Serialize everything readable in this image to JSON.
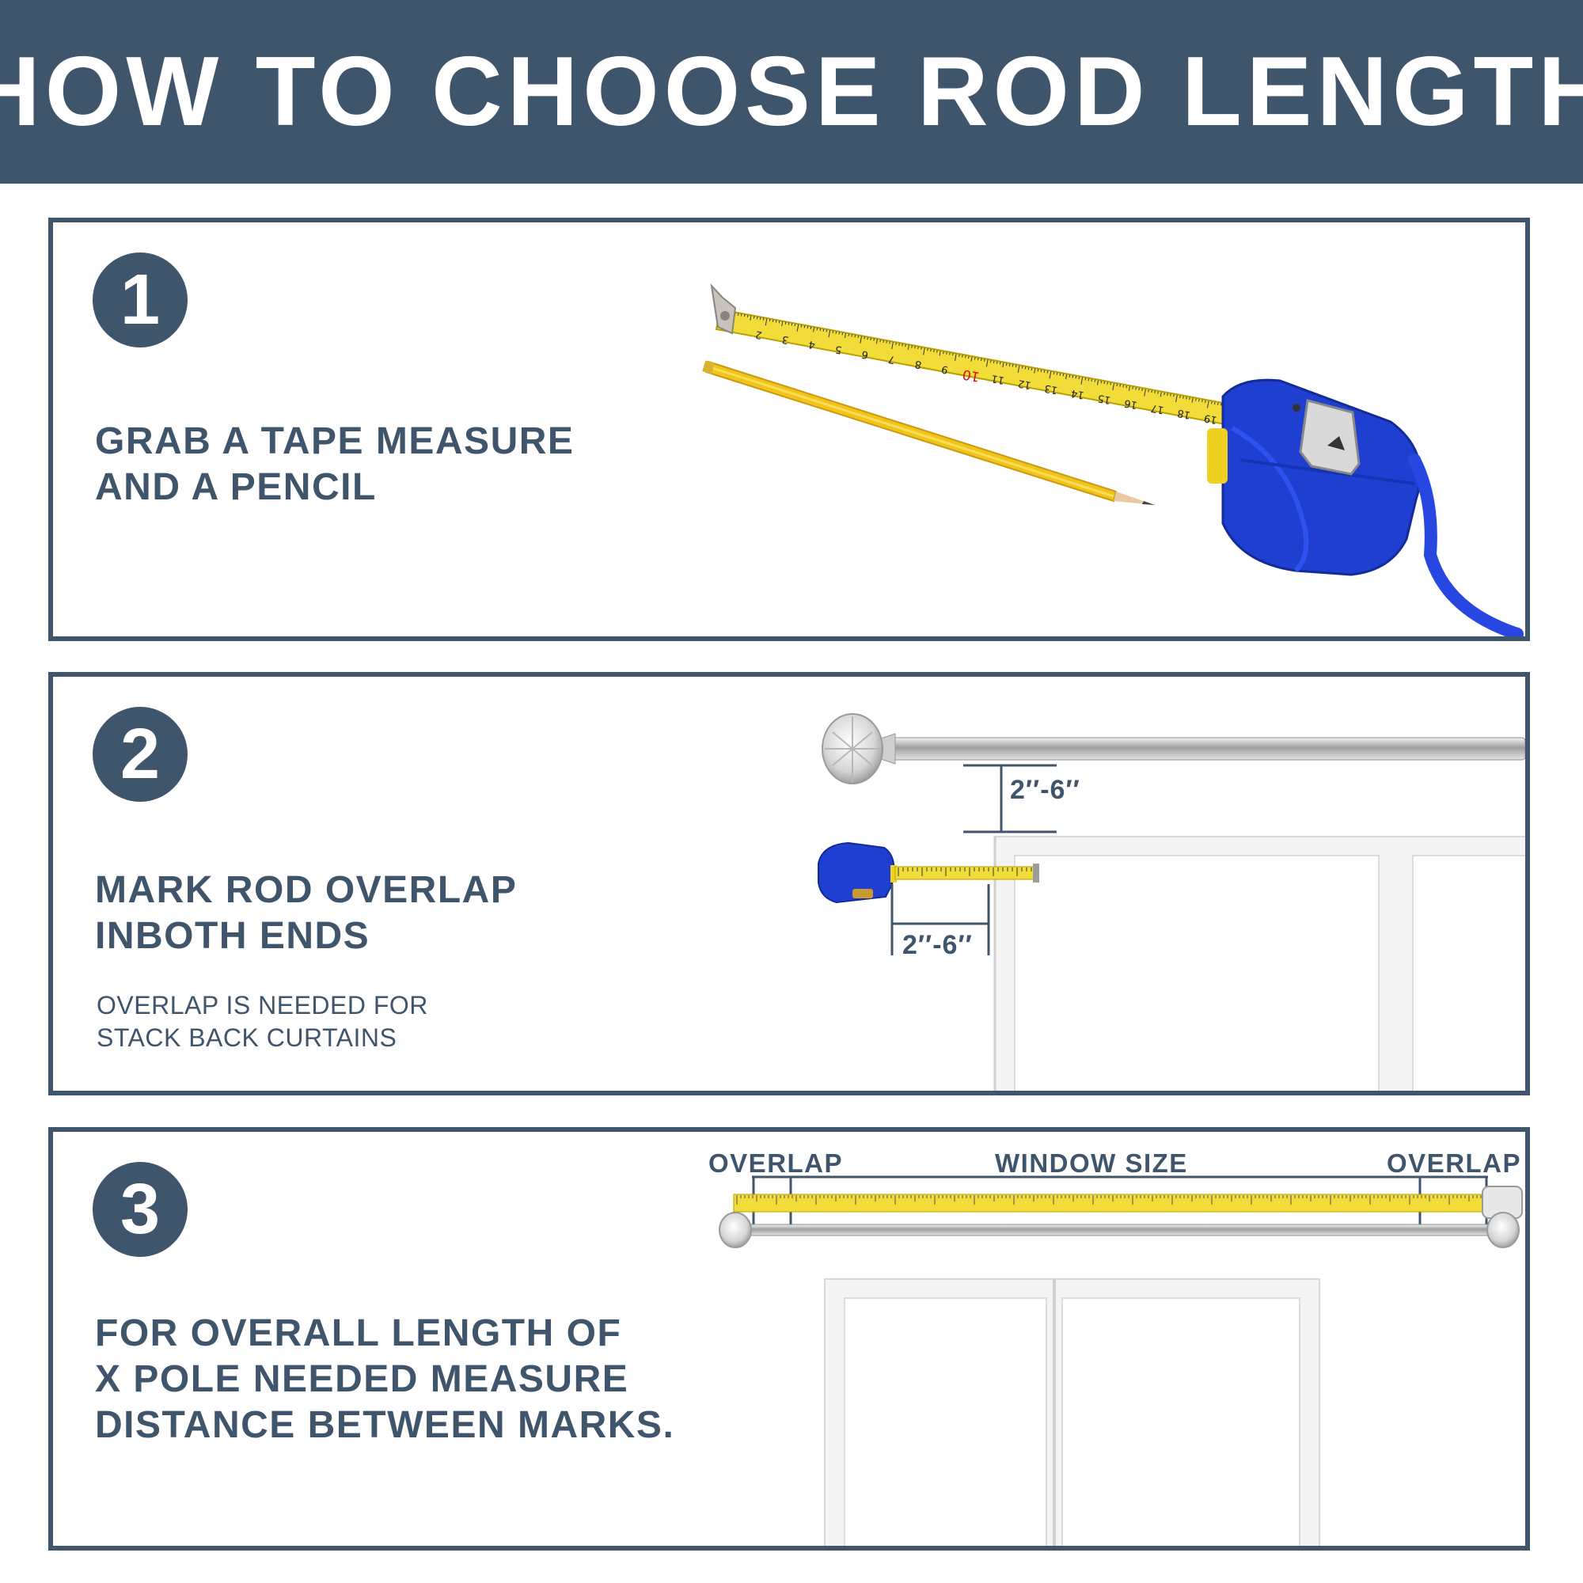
{
  "header": {
    "title": "HOW TO CHOOSE ROD LENGTH"
  },
  "colors": {
    "navy": "#3f556b",
    "tape_yellow": "#f2dc3a",
    "tape_case_blue": "#1f3fd1",
    "rod_silver": "#c8c8c8"
  },
  "steps": [
    {
      "number": "1",
      "title_lines": [
        "GRAB A TAPE MEASURE",
        "AND A PENCIL"
      ],
      "illustration_icons": [
        "tape-measure-icon",
        "pencil-icon"
      ],
      "tape_numbers": [
        "2",
        "3",
        "4",
        "5",
        "6",
        "7",
        "8",
        "9",
        "10",
        "11",
        "12",
        "13",
        "14",
        "15",
        "16",
        "17",
        "18",
        "19"
      ]
    },
    {
      "number": "2",
      "title_lines": [
        "MARK ROD OVERLAP",
        "INBOTH ENDS"
      ],
      "subtitle_lines": [
        "OVERLAP IS NEEDED FOR",
        "STACK BACK CURTAINS"
      ],
      "dimension_vertical": "2′′-6′′",
      "dimension_horizontal": "2′′-6′′"
    },
    {
      "number": "3",
      "title_lines": [
        "FOR OVERALL LENGTH OF",
        "X POLE NEEDED MEASURE",
        "DISTANCE BETWEEN MARKS."
      ],
      "labels": {
        "left": "OVERLAP",
        "center": "WINDOW SIZE",
        "right": "OVERLAP"
      }
    }
  ]
}
